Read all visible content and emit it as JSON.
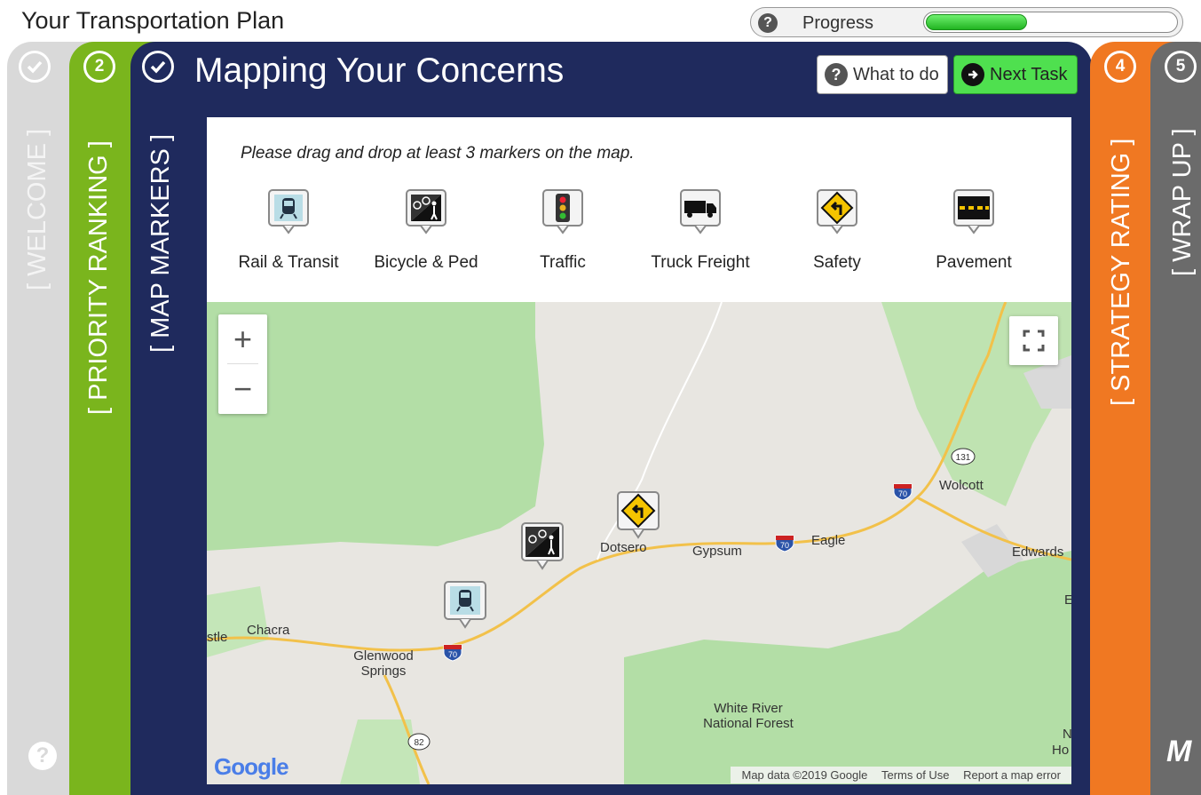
{
  "header": {
    "title": "Your Transportation Plan",
    "progress_label": "Progress",
    "progress_value": 0.4,
    "help_icon": "question-icon"
  },
  "steps": [
    {
      "badge": "",
      "label": "[ WELCOME ]",
      "state": "complete",
      "color": "#d9d9d9"
    },
    {
      "badge": "2",
      "label": "[ PRIORITY RANKING ]",
      "state": "available",
      "color": "#7ab51d"
    },
    {
      "badge": "",
      "label": "[ MAP MARKERS ]",
      "state": "current",
      "color": "#1f2a5d"
    },
    {
      "badge": "4",
      "label": "[ STRATEGY RATING ]",
      "state": "available",
      "color": "#f07822"
    },
    {
      "badge": "5",
      "label": "[ WRAP UP ]",
      "state": "available",
      "color": "#6b6b6b"
    }
  ],
  "main": {
    "title": "Mapping Your Concerns",
    "what_to_do": "What to do",
    "next_task": "Next Task",
    "instruction": "Please drag and drop at least 3 markers on the map."
  },
  "markers": [
    {
      "label": "Rail & Transit",
      "icon": "train-icon"
    },
    {
      "label": "Bicycle & Ped",
      "icon": "bicycle-pedestrian-icon"
    },
    {
      "label": "Traffic",
      "icon": "traffic-light-icon"
    },
    {
      "label": "Truck Freight",
      "icon": "truck-icon"
    },
    {
      "label": "Safety",
      "icon": "turn-left-sign-icon"
    },
    {
      "label": "Pavement",
      "icon": "road-pavement-icon"
    }
  ],
  "map": {
    "zoom_in": "+",
    "zoom_out": "−",
    "google": "Google",
    "attribution": {
      "data": "Map data ©2019 Google",
      "terms": "Terms of Use",
      "report": "Report a map error"
    },
    "places": {
      "wolcott": "Wolcott",
      "eagle": "Eagle",
      "gypsum": "Gypsum",
      "dotsero": "Dotsero",
      "edwards": "Edwards",
      "chacra": "Chacra",
      "stle": "stle",
      "glenwood": "Glenwood Springs",
      "white_river": "White River National Forest",
      "n": "N",
      "ho": "Ho",
      "e": "E"
    },
    "highways": {
      "i70": "70",
      "co131": "131",
      "co82": "82"
    }
  },
  "colors": {
    "welcome": "#d9d9d9",
    "priority": "#7ab51d",
    "map": "#1f2a5d",
    "strategy": "#f07822",
    "wrap": "#6b6b6b",
    "next": "#4fe04f"
  }
}
